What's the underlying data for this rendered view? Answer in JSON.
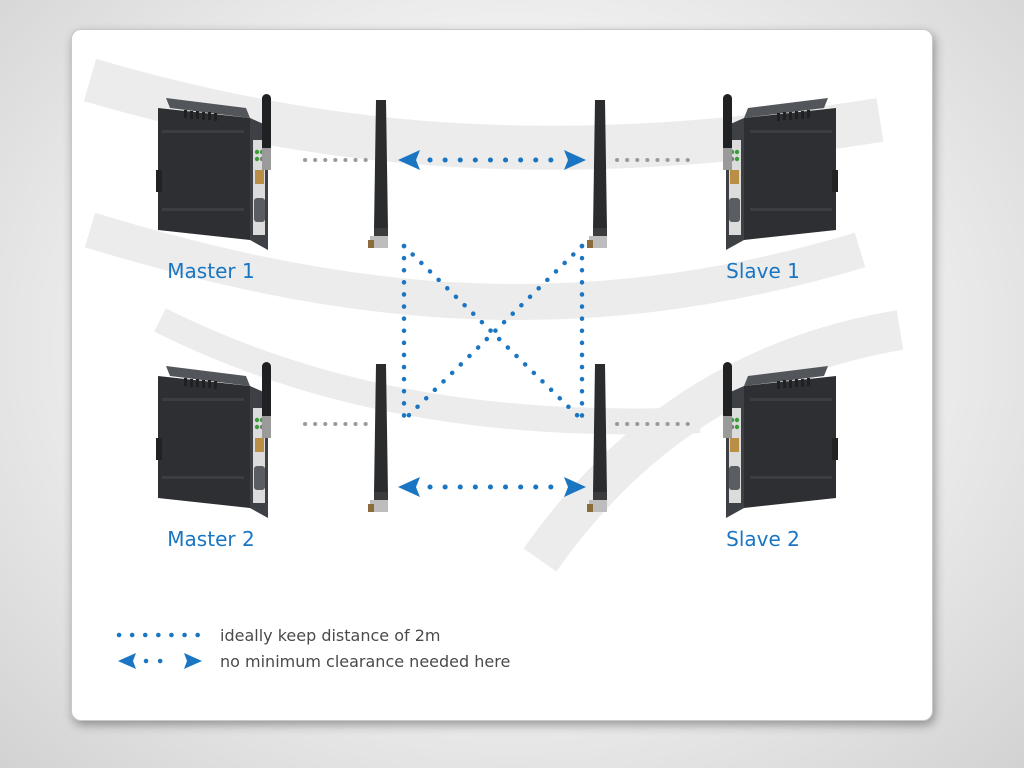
{
  "devices": {
    "master1": "Master 1",
    "master2": "Master 2",
    "slave1": "Slave 1",
    "slave2": "Slave 2"
  },
  "legend": {
    "dotted": "ideally keep distance of 2m",
    "arrow": "no minimum clearance needed here"
  },
  "colors": {
    "accent": "#1a75c2",
    "connector_gray": "#9a9a9a",
    "device_body": "#2e3033",
    "card_background": "#ffffff"
  },
  "icons": [
    "din-rail-radio-module",
    "antenna",
    "rod-antenna"
  ]
}
